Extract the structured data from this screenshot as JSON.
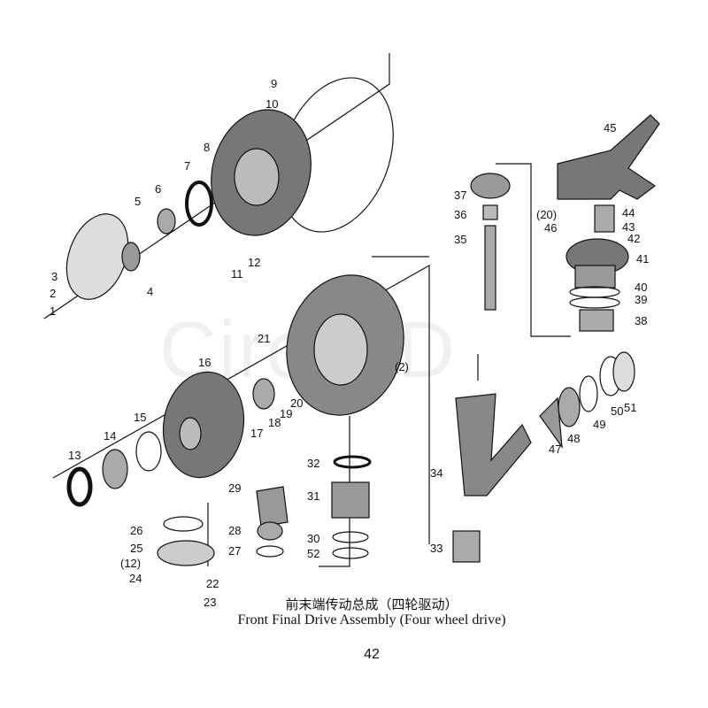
{
  "caption": {
    "title_cn": "前末端传动总成（四轮驱动）",
    "title_en": "Front Final Drive Assembly (Four wheel drive)",
    "page_number": "42"
  },
  "watermark": "Circle D",
  "labels": [
    "9",
    "10",
    "8",
    "7",
    "6",
    "5",
    "3",
    "2",
    "1",
    "4",
    "11",
    "12",
    "16",
    "21",
    "(2)",
    "17",
    "18",
    "19",
    "20",
    "15",
    "14",
    "13",
    "29",
    "28",
    "27",
    "26",
    "25",
    "(12)",
    "24",
    "22",
    "23",
    "32",
    "31",
    "30",
    "52",
    "33",
    "34",
    "37",
    "36",
    "35",
    "45",
    "(20)",
    "46",
    "44",
    "43",
    "42",
    "41",
    "40",
    "39",
    "38",
    "47",
    "48",
    "49",
    "50",
    "51"
  ]
}
